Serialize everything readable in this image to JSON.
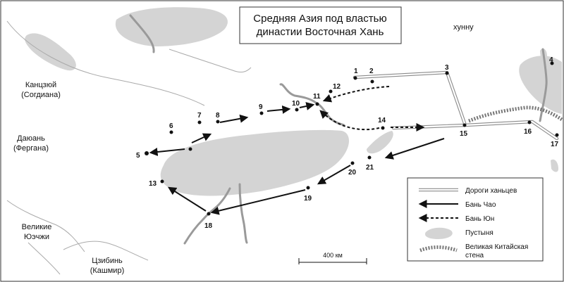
{
  "title": {
    "line1": "Средняя Азия под властью",
    "line2": "династии Восточная Хань"
  },
  "regions": {
    "xiongnu": "хунну",
    "kangju": "Канцзюй",
    "sogdiana": "(Согдиана)",
    "dayuan": "Даюань",
    "fergana": "(Фергана)",
    "yuezhi_1": "Великие",
    "yuezhi_2": "Юэчжи",
    "jibin": "Цзибинь",
    "kashmir": "(Кашмир)"
  },
  "points": [
    "1",
    "2",
    "3",
    "4",
    "5",
    "6",
    "7",
    "8",
    "9",
    "10",
    "11",
    "12",
    "13",
    "14",
    "15",
    "16",
    "17",
    "18",
    "19",
    "20",
    "21"
  ],
  "legend": {
    "roads": "Дороги ханьцев",
    "ban_chao": "Бань Чао",
    "ban_yong": "Бань Юн",
    "desert": "Пустыня",
    "wall_1": "Великая Китайская",
    "wall_2": "стена"
  },
  "scale": "400 км",
  "colors": {
    "desert": "#d4d4d4",
    "river": "#9a9a9a",
    "road": "#8a8a8a",
    "arrow": "#111111"
  }
}
